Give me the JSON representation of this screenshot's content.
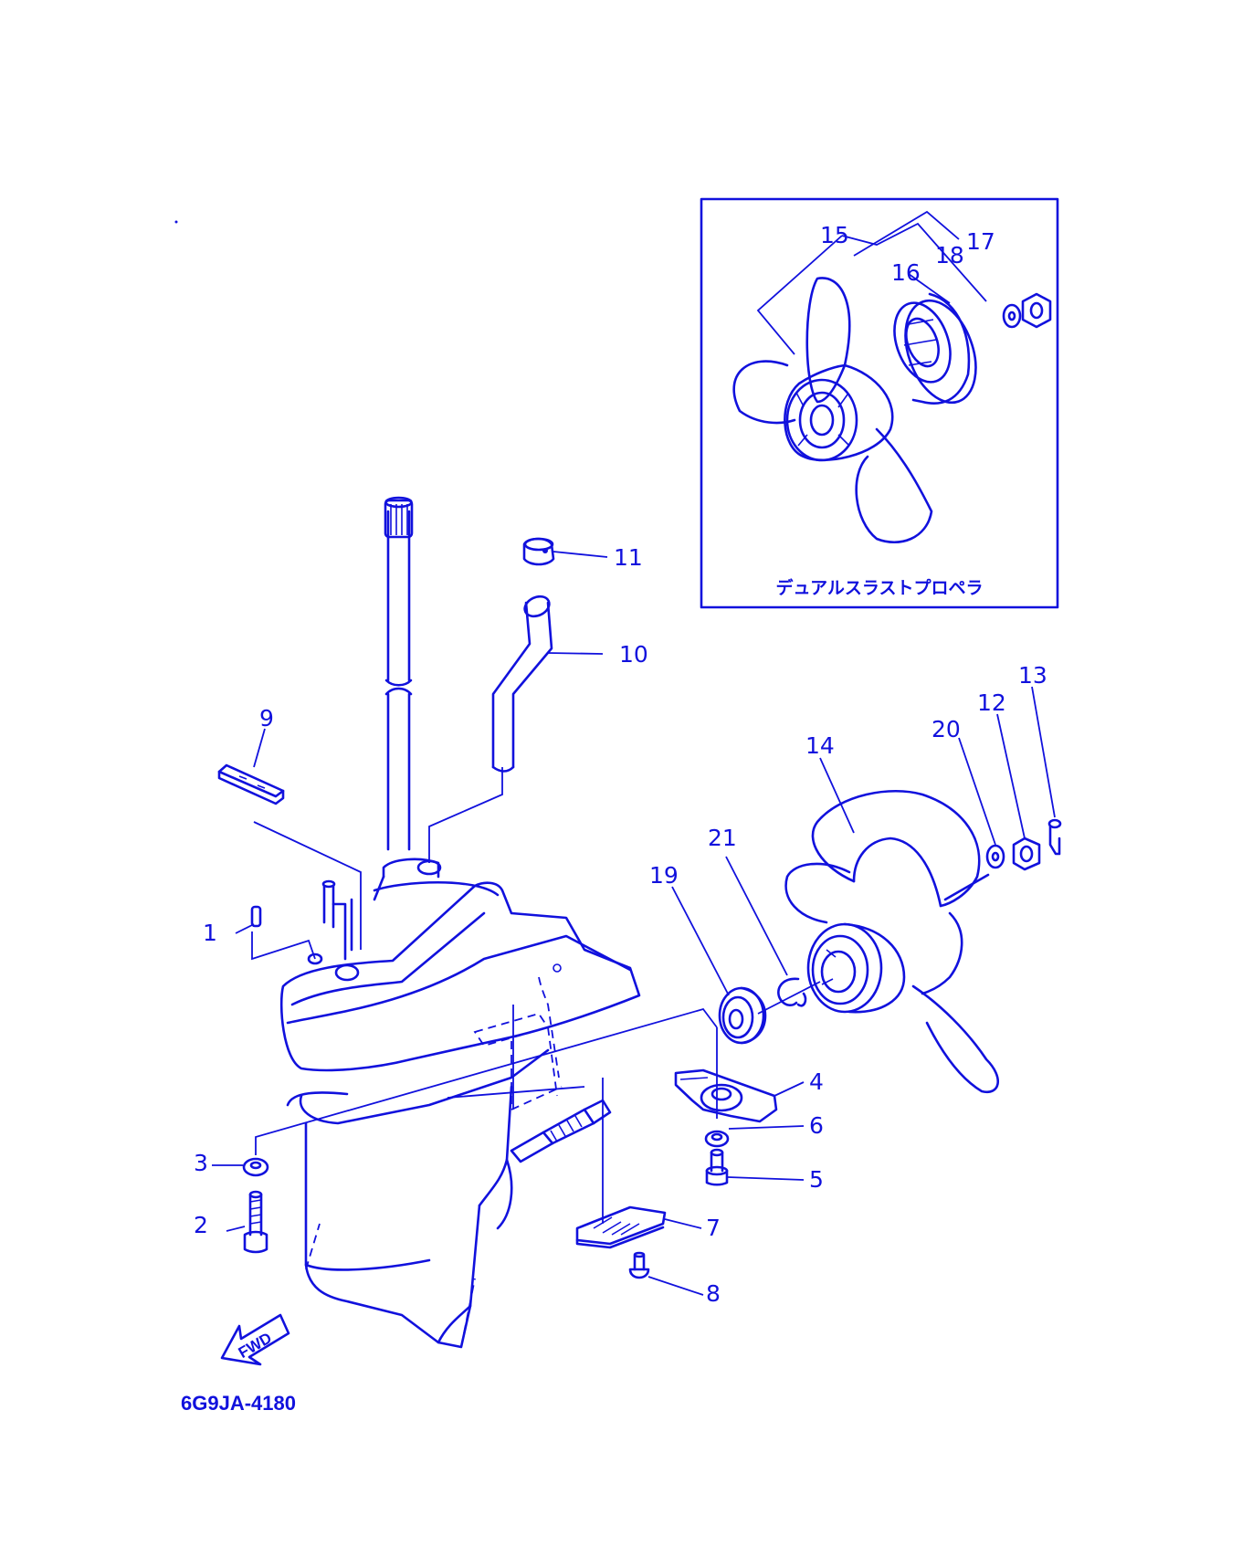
{
  "diagram": {
    "drawing_code": "6G9JA-4180",
    "inset_caption": "デュアルスラストプロペラ",
    "direction_label": "FWD",
    "accent_color": "#1111dd",
    "callouts": [
      {
        "id": "c1",
        "text": "1"
      },
      {
        "id": "c2",
        "text": "2"
      },
      {
        "id": "c3",
        "text": "3"
      },
      {
        "id": "c4",
        "text": "4"
      },
      {
        "id": "c5",
        "text": "5"
      },
      {
        "id": "c6",
        "text": "6"
      },
      {
        "id": "c7",
        "text": "7"
      },
      {
        "id": "c8",
        "text": "8"
      },
      {
        "id": "c9",
        "text": "9"
      },
      {
        "id": "c10",
        "text": "10"
      },
      {
        "id": "c11",
        "text": "11"
      },
      {
        "id": "c12",
        "text": "12"
      },
      {
        "id": "c13",
        "text": "13"
      },
      {
        "id": "c14",
        "text": "14"
      },
      {
        "id": "c15",
        "text": "15"
      },
      {
        "id": "c16",
        "text": "16"
      },
      {
        "id": "c17",
        "text": "17"
      },
      {
        "id": "c18",
        "text": "18"
      },
      {
        "id": "c19",
        "text": "19"
      },
      {
        "id": "c20",
        "text": "20"
      },
      {
        "id": "c21",
        "text": "21"
      }
    ]
  }
}
